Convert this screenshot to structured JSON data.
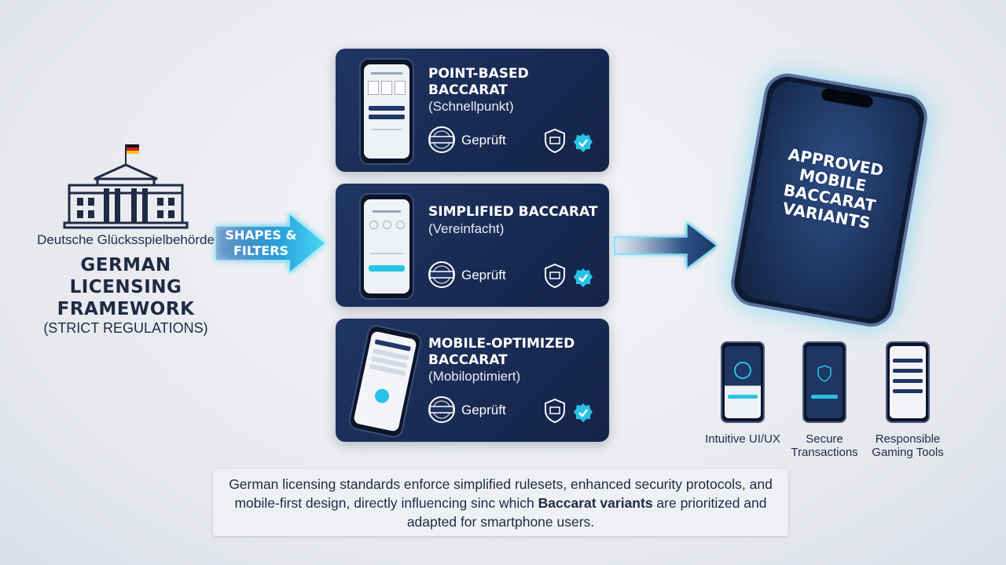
{
  "authority": {
    "name": "Deutsche Glücksspielbehörde",
    "title": "GERMAN LICENSING FRAMEWORK",
    "subtitle": "(STRICT REGULATIONS)"
  },
  "arrow_left": {
    "label": "SHAPES & FILTERS"
  },
  "variants": [
    {
      "title": "POINT-BASED BACCARAT",
      "subtitle": "(Schnellpunkt)",
      "status": "Geprüft"
    },
    {
      "title": "SIMPLIFIED BACCARAT",
      "subtitle": "(Vereinfacht)",
      "status": "Geprüft"
    },
    {
      "title": "MOBILE-OPTIMIZED BACCARAT",
      "subtitle": "(Mobiloptimiert)",
      "status": "Geprüft"
    }
  ],
  "result": {
    "title": "APPROVED MOBILE BACCARAT VARIANTS"
  },
  "features": [
    {
      "label": "Intuitive UI/UX"
    },
    {
      "label": "Secure Transactions"
    },
    {
      "label": "Responsible Gaming Tools"
    }
  ],
  "caption": {
    "before": "German licensing standards enforce simplified rulesets, enhanced security protocols, and mobile-first design, directly influencing sinc which ",
    "bold": "Baccarat variants",
    "after": " are prioritized and adapted for smartphone users."
  },
  "colors": {
    "navy": "#1f3563",
    "accent": "#27c3e6",
    "text": "#1f2a44"
  }
}
